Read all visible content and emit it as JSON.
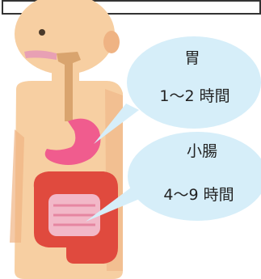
{
  "figure": {
    "organs": [
      "stomach",
      "small-intestine",
      "large-intestine",
      "esophagus",
      "mouth"
    ],
    "icons": [
      "human-body-icon"
    ]
  },
  "stomach_callout": {
    "organ": "胃",
    "time": "1～2 時間"
  },
  "small_intestine_callout": {
    "organ": "小腸",
    "time": "4～9 時間"
  },
  "colors": {
    "skin": "#F7CFA2",
    "skin_shadow": "#EFB383",
    "esophagus": "#D9A46E",
    "stomach": "#F05C8E",
    "large_intestine": "#E04A3E",
    "small_intestine": "#F2B8C8",
    "bubble": "#D6EEF9",
    "hair_bg": "#F2F2F2"
  }
}
